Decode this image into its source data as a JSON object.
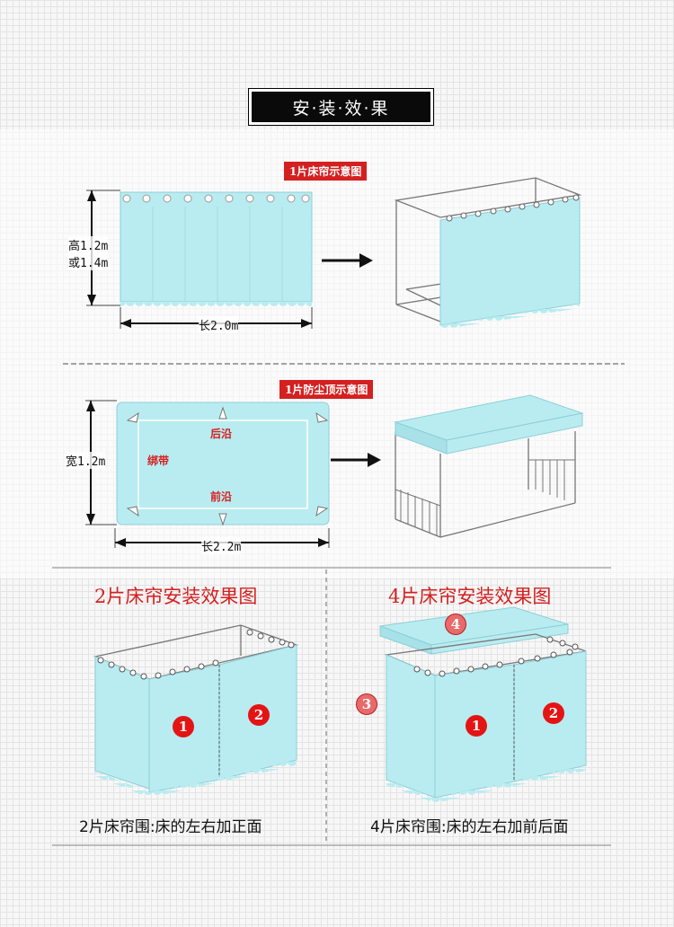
{
  "header": {
    "title": "安·装·效·果"
  },
  "curtain_diagram": {
    "tag": "1片床帘示意图",
    "height_label_1": "高1.2m",
    "height_label_2": "或1.4m",
    "length_label": "长2.0m"
  },
  "dust_top_diagram": {
    "tag": "1片防尘顶示意图",
    "width_label": "宽1.2m",
    "back_edge": "后沿",
    "front_edge": "前沿",
    "strap": "绑带",
    "length_label": "长2.2m"
  },
  "two_piece": {
    "title": "2片床帘安装效果图",
    "badges": [
      "1",
      "2"
    ],
    "caption": "2片床帘围:床的左右加正面"
  },
  "four_piece": {
    "title": "4片床帘安装效果图",
    "badges": [
      "1",
      "2",
      "3",
      "4"
    ],
    "caption": "4片床帘围:床的左右加前后面"
  },
  "colors": {
    "curtain": "#b9ecf1",
    "accent": "#d42020",
    "frame": "#777777"
  }
}
